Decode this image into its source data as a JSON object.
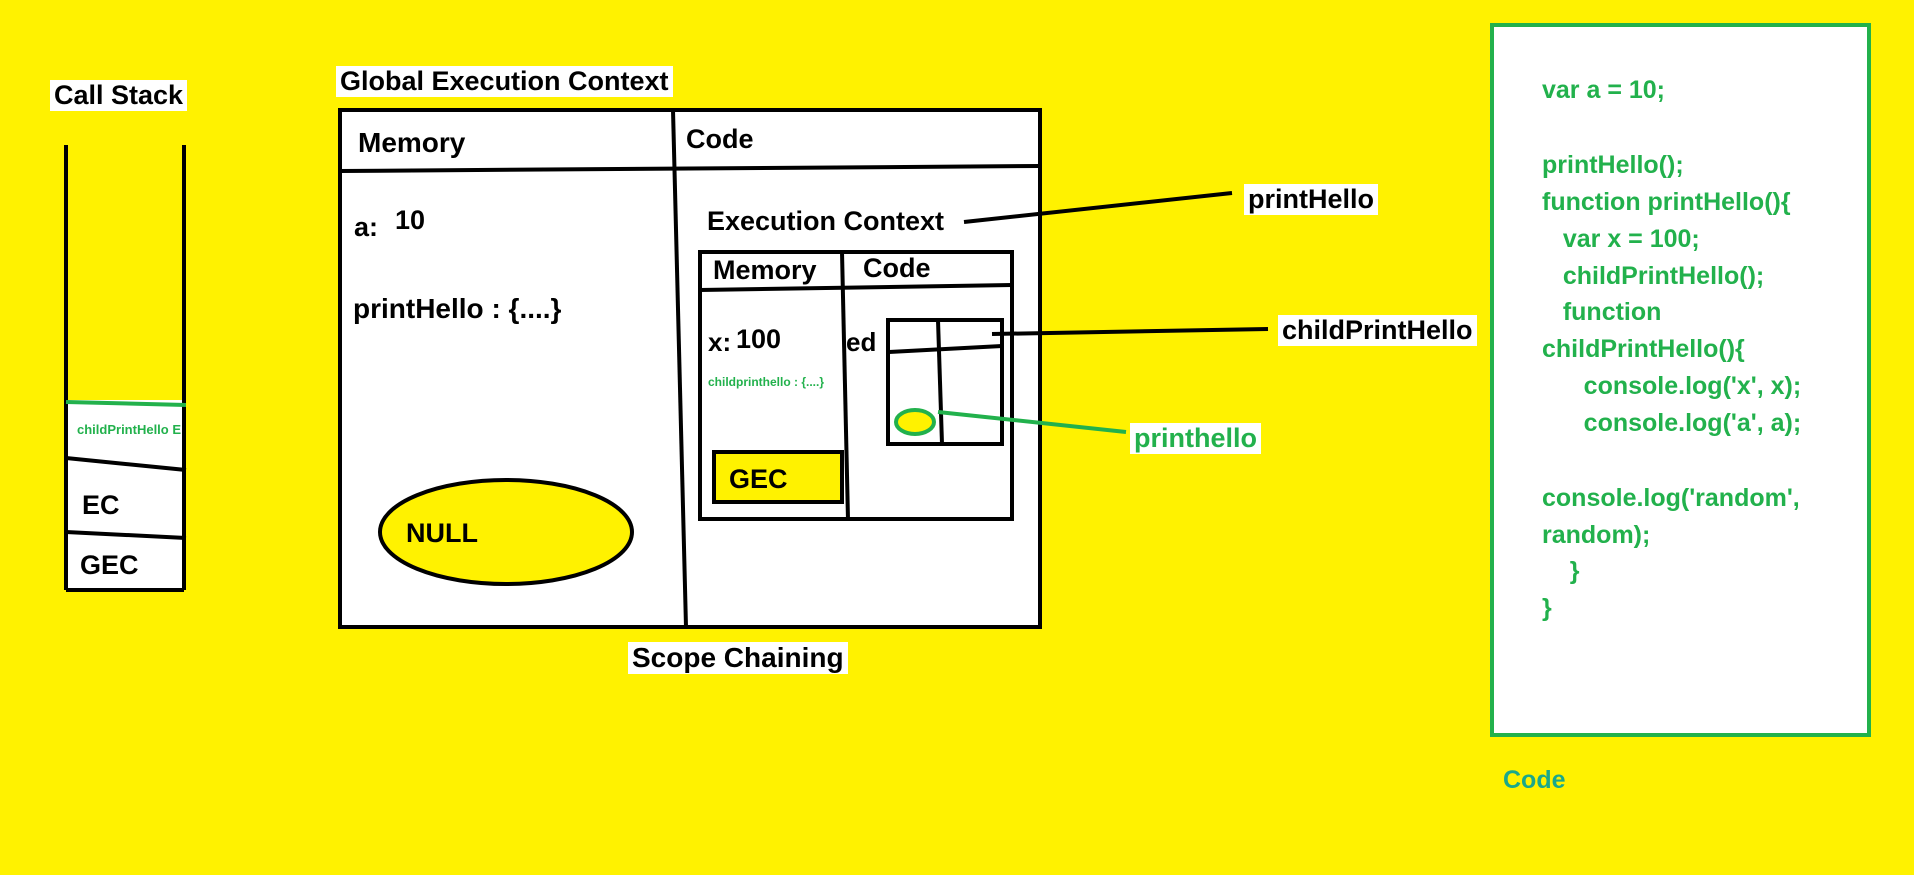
{
  "colors": {
    "background": "#fff200",
    "ink": "#000000",
    "green": "#22b14c",
    "teal": "#1aa88a",
    "white": "#ffffff"
  },
  "call_stack": {
    "title": "Call Stack",
    "frames": [
      "childPrintHello E",
      "EC",
      "GEC"
    ]
  },
  "gec": {
    "title": "Global Execution Context",
    "memory_header": "Memory",
    "code_header": "Code",
    "memory_a": "a:",
    "memory_a_value": "10",
    "memory_printhello": "printHello : {....}",
    "outer_ref": "NULL"
  },
  "ec": {
    "title": "Execution Context",
    "memory_header": "Memory",
    "code_header": "Code",
    "x_label": "x:",
    "x_value": "100",
    "x_partial": "ed",
    "child_fn": "childprinthello : {....}",
    "outer_ref": "GEC"
  },
  "callouts": {
    "printhello": "printHello",
    "childprinthello": "childPrintHello",
    "printhello_green": "printhello"
  },
  "scope_label": "Scope Chaining",
  "code_panel": {
    "lines": [
      "var a = 10;",
      "",
      "printHello();",
      "function printHello(){",
      "   var x = 100;",
      "   childPrintHello();",
      "   function",
      "childPrintHello(){",
      "      console.log('x', x);",
      "      console.log('a', a);",
      "",
      "console.log('random',",
      "random);",
      "    }",
      "}"
    ],
    "caption": "Code"
  }
}
